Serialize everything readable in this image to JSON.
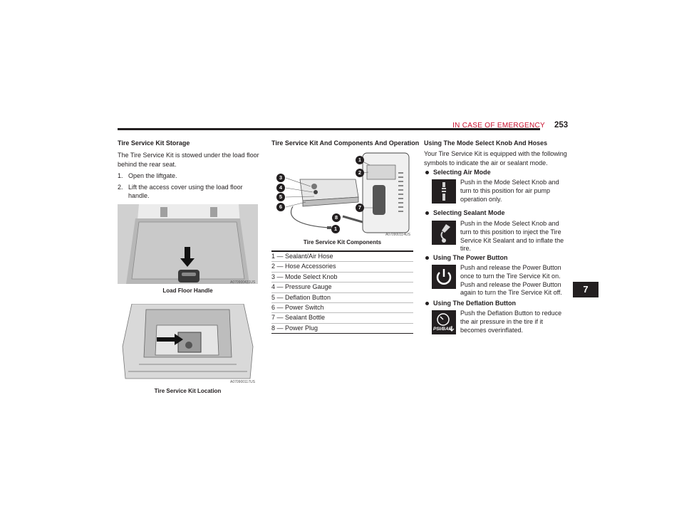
{
  "header": {
    "section": "IN CASE OF EMERGENCY",
    "page_number": "253"
  },
  "chapter_tab": "7",
  "col1": {
    "heading": "Tire Service Kit Storage",
    "intro": "The Tire Service Kit is stowed under the load floor behind the rear seat.",
    "steps": [
      {
        "num": "1.",
        "text": "Open the liftgate."
      },
      {
        "num": "2.",
        "text": "Lift the access cover using the load floor handle."
      }
    ],
    "fig1": {
      "caption": "Load Floor Handle",
      "code": "A070900431US"
    },
    "fig2": {
      "caption": "Tire Service Kit Location",
      "code": "A070900117US"
    }
  },
  "col2": {
    "heading": "Tire Service Kit And Components And Operation",
    "fig": {
      "caption": "Tire Service Kit Components",
      "code": "A070900114US"
    },
    "callouts": [
      "1",
      "2",
      "3",
      "4",
      "5",
      "6",
      "7",
      "8",
      "1"
    ],
    "legend": [
      "1 — Sealant/Air Hose",
      "2 — Hose Accessories",
      "3 — Mode Select Knob",
      "4 — Pressure Gauge",
      "5 — Deflation Button",
      "6 — Power Switch",
      "7 — Sealant Bottle",
      "8 — Power Plug"
    ]
  },
  "col3": {
    "heading": "Using The Mode Select Knob And Hoses",
    "intro": "Your Tire Service Kit is equipped with the following symbols to indicate the air or sealant mode.",
    "items": [
      {
        "title": "Selecting Air Mode",
        "icon": "air-mode-icon",
        "text": "Push in the Mode Select Knob and turn to this position for air pump operation only."
      },
      {
        "title": "Selecting Sealant Mode",
        "icon": "sealant-mode-icon",
        "text": "Push in the Mode Select Knob and turn to this position to inject the Tire Service Kit Sealant and to inflate the tire."
      },
      {
        "title": "Using The Power Button",
        "icon": "power-icon",
        "text": "Push and release the Power Button once to turn the Tire Service Kit on. Push and release the Power Button again to turn the Tire Service Kit off."
      },
      {
        "title": "Using The Deflation Button",
        "icon": "deflation-icon",
        "text": "Push the Deflation Button to reduce the air pressure in the tire if it becomes overinflated.",
        "icon_label": "PSI/BAR"
      }
    ]
  }
}
